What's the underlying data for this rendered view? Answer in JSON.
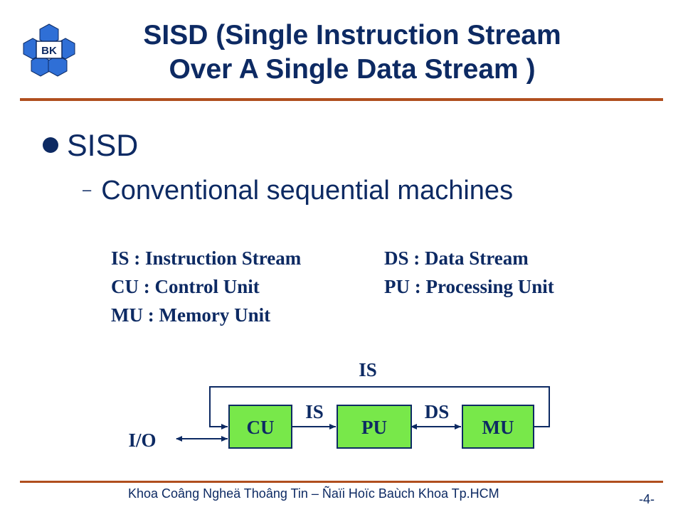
{
  "logo": {
    "text": "BK"
  },
  "title": {
    "line1": "SISD (Single Instruction Stream",
    "line2": "Over A Single Data Stream )"
  },
  "bullet": {
    "text": "SISD"
  },
  "sub_bullet": {
    "text": "Conventional sequential machines"
  },
  "legend": [
    "IS : Instruction Stream",
    "DS : Data Stream",
    "CU : Control Unit",
    "PU : Processing Unit",
    "MU : Memory Unit"
  ],
  "diagram": {
    "boxes": [
      "CU",
      "PU",
      "MU"
    ],
    "loop_label": "IS",
    "cu_pu_label": "IS",
    "pu_mu_label": "DS",
    "io_label": "I/O",
    "box_fill": "#78e84a",
    "line_color": "#0d2a63"
  },
  "footer": {
    "text": "Khoa Coâng Ngheä Thoâng Tin – Ñaïi Hoïc Baùch Khoa Tp.HCM"
  },
  "page_number": "-4-",
  "colors": {
    "title": "#0d2a63",
    "rule": "#b04f1e",
    "logo": "#2f6fd6"
  }
}
